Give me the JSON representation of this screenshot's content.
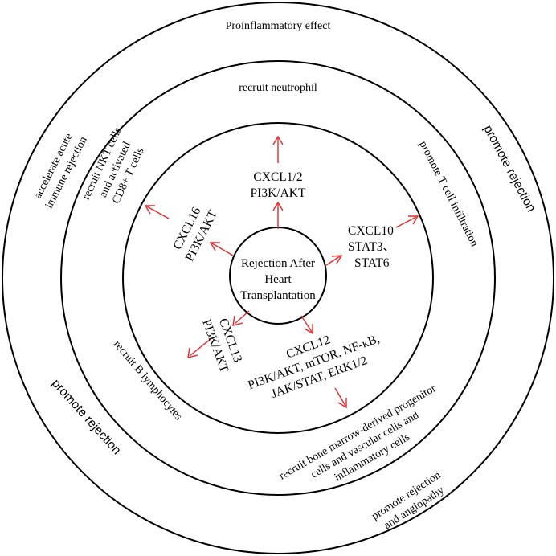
{
  "center": {
    "lines": [
      "Rejection After",
      "Heart",
      "Transplantation"
    ]
  },
  "inner": {
    "cxcl1_2": [
      "CXCL1/2",
      "PI3K/AKT"
    ],
    "cxcl10": [
      "CXCL10",
      "STAT3、",
      "STAT6"
    ],
    "cxcl16": [
      "CXCL16",
      "PI3K/AKT"
    ],
    "cxcl13": [
      "CXCL13",
      "PI3K/AKT"
    ],
    "cxcl12": [
      "CXCL12",
      "PI3K/AKT, mTOR, NF-κB,",
      "JAK/STAT, ERK1/2"
    ]
  },
  "middle": {
    "neutrophil": "recruit  neutrophil",
    "t_cell": "promote T cell infiltration",
    "nkt": [
      "recruit NKT cells",
      "and activated",
      "CD8+ T cells"
    ],
    "b_cell": "recruit B lymphocytes",
    "progenitor": [
      "recruit bone marrow-derived progenitor",
      "cells and vascular cells and",
      "inflammatory cells"
    ]
  },
  "outer": {
    "proinflammatory": "Proinflammatory effect",
    "promote_rejection_right": "promote rejection",
    "acute": [
      "accelerate acute",
      "immune rejection"
    ],
    "promote_rejection_left": "promote rejection",
    "angiopathy": [
      "promote rejection",
      "and angiopathy"
    ]
  },
  "colors": {
    "arrow": "#e8282b",
    "ring": "#000000",
    "text": "#000000"
  }
}
